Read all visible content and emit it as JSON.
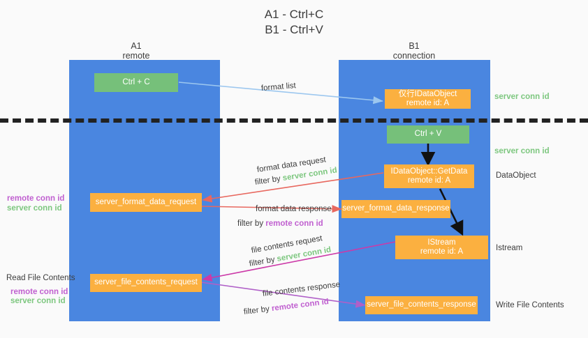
{
  "title": {
    "line1": "A1 - Ctrl+C",
    "line2": "B1 - Ctrl+V"
  },
  "lanes": [
    {
      "name": "A1",
      "sub": "remote"
    },
    {
      "name": "B1",
      "sub": "connection"
    }
  ],
  "colors": {
    "lane": "#4a86e0",
    "orange": "#fbb040",
    "green_box": "#76c07a",
    "green_text": "#7dc77f",
    "purple_text": "#c060d0",
    "arrow_blue": "#9cc7ef",
    "arrow_red": "#e8685f",
    "arrow_magenta": "#cc3aa8",
    "arrow_purple": "#b060c8",
    "arrow_black": "#111111",
    "dashed_line": "#222222",
    "background": "#fafafa"
  },
  "boxes": {
    "ctrl_c": "Ctrl + C",
    "ctrl_v": "Ctrl + V",
    "idataobject_line1": "仅行IDataObject",
    "idataobject_line2": "remote id: A",
    "getdata_line1": "IDataObject::GetData",
    "getdata_line2": "remote id: A",
    "istream_line1": "IStream",
    "istream_line2": "remote id: A",
    "server_format_data_request": "server_format_data_request",
    "server_format_data_response": "server_format_data_response",
    "server_file_contents_request": "server_file_contents_request",
    "server_file_contents_response": "server_file_contents_response"
  },
  "right_labels": {
    "server_conn_id_1": "server conn id",
    "server_conn_id_2": "server conn id",
    "dataobject": "DataObject",
    "istream": "Istream",
    "write_file_contents": "Write File Contents"
  },
  "left_labels": {
    "remote_conn_id_1": "remote conn id",
    "server_conn_id_1": "server conn id",
    "read_file_contents": "Read File Contents",
    "remote_conn_id_2": "remote conn id",
    "server_conn_id_2": "server conn id"
  },
  "edge_labels": {
    "format_list": "format list",
    "format_data_request": "format data request",
    "format_data_request_filter_prefix": "filter by ",
    "format_data_request_filter_value": "server conn id",
    "format_data_response": "format data response",
    "format_data_response_filter_prefix": "filter by ",
    "format_data_response_filter_value": "remote conn id",
    "file_contents_request": "file contents request",
    "file_contents_request_filter_prefix": "filter by ",
    "file_contents_request_filter_value": "server conn id",
    "file_contents_response": "file contents response",
    "file_contents_response_filter_prefix": "filter by ",
    "file_contents_response_filter_value": "remote conn id"
  }
}
